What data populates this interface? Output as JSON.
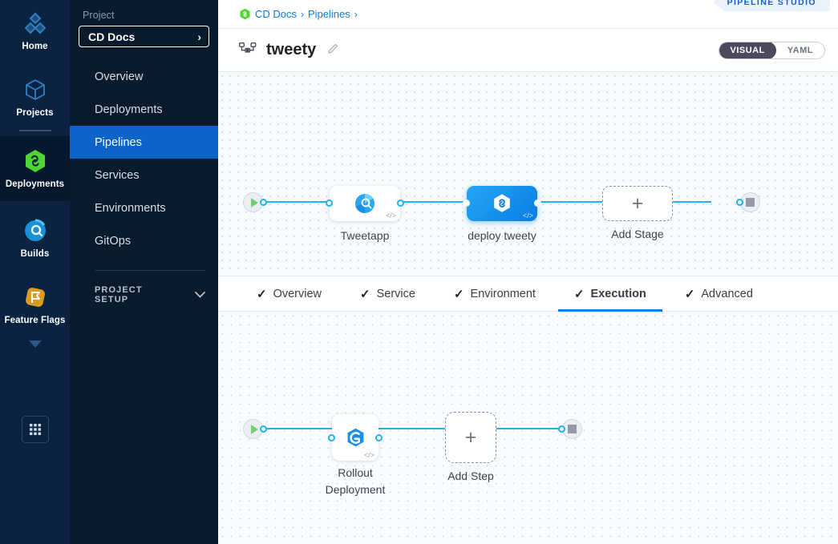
{
  "rail": {
    "items": [
      {
        "label": "Home",
        "icon": "home-diamond-icon",
        "active": false
      },
      {
        "label": "Projects",
        "icon": "cube-icon",
        "active": false
      },
      {
        "label": "Deployments",
        "icon": "deployments-hexagon-icon",
        "active": true
      },
      {
        "label": "Builds",
        "icon": "builds-circle-icon",
        "active": false
      },
      {
        "label": "Feature Flags",
        "icon": "feature-flags-icon",
        "active": false
      }
    ],
    "more_icon": "caret-down-icon",
    "grid_icon": "app-grid-icon"
  },
  "sidebar": {
    "project_label": "Project",
    "project_name": "CD Docs",
    "project_chevron": "›",
    "items": [
      {
        "label": "Overview",
        "active": false
      },
      {
        "label": "Deployments",
        "active": false
      },
      {
        "label": "Pipelines",
        "active": true
      },
      {
        "label": "Services",
        "active": false
      },
      {
        "label": "Environments",
        "active": false
      },
      {
        "label": "GitOps",
        "active": false
      }
    ],
    "setup_label": "PROJECT SETUP",
    "setup_chevron_icon": "chevron-down-icon"
  },
  "header": {
    "breadcrumbs": [
      {
        "label": "CD Docs"
      },
      {
        "label": "Pipelines"
      }
    ],
    "separator": "›",
    "module_icon": "harness-cd-icon",
    "studio_badge": "PIPELINE STUDIO"
  },
  "title_bar": {
    "pipeline_icon": "pipeline-nodes-icon",
    "pipeline_name": "tweety",
    "edit_icon": "pencil-icon",
    "view_toggle": {
      "options": [
        "VISUAL",
        "YAML"
      ],
      "selected": "VISUAL"
    }
  },
  "stage_canvas": {
    "start_node": {
      "name": "pipeline-start",
      "icon": "play-icon"
    },
    "end_node": {
      "name": "pipeline-end",
      "icon": "stop-icon"
    },
    "stages": [
      {
        "label": "Tweetapp",
        "icon": "build-stage-icon",
        "selected": false,
        "code_badge": "</>"
      },
      {
        "label": "deploy tweety",
        "icon": "deploy-stage-icon",
        "selected": true,
        "code_badge": "</>"
      }
    ],
    "add_stage_label": "Add Stage",
    "add_icon": "plus-icon"
  },
  "tabs": [
    {
      "label": "Overview",
      "check": "✓",
      "selected": false
    },
    {
      "label": "Service",
      "check": "✓",
      "selected": false
    },
    {
      "label": "Environment",
      "check": "✓",
      "selected": false
    },
    {
      "label": "Execution",
      "check": "✓",
      "selected": true
    },
    {
      "label": "Advanced",
      "check": "✓",
      "selected": false
    }
  ],
  "execution_canvas": {
    "start_node": {
      "name": "execution-start",
      "icon": "play-icon"
    },
    "end_node": {
      "name": "execution-end",
      "icon": "stop-icon"
    },
    "steps": [
      {
        "label_line1": "Rollout",
        "label_line2": "Deployment",
        "icon": "rollout-deployment-icon",
        "code_badge": "</>"
      }
    ],
    "add_step_label": "Add Step",
    "add_icon": "plus-icon"
  },
  "colors": {
    "rail_bg": "#0b2341",
    "sidebar_bg": "#0a1b2e",
    "nav_active": "#0c64c8",
    "link_blue": "#21b0f0",
    "accent_blue": "#0a7ce1",
    "stage_selected": "#0a7ce1",
    "canvas_bg": "#f7fbfe",
    "start_green": "#6fcf72"
  }
}
